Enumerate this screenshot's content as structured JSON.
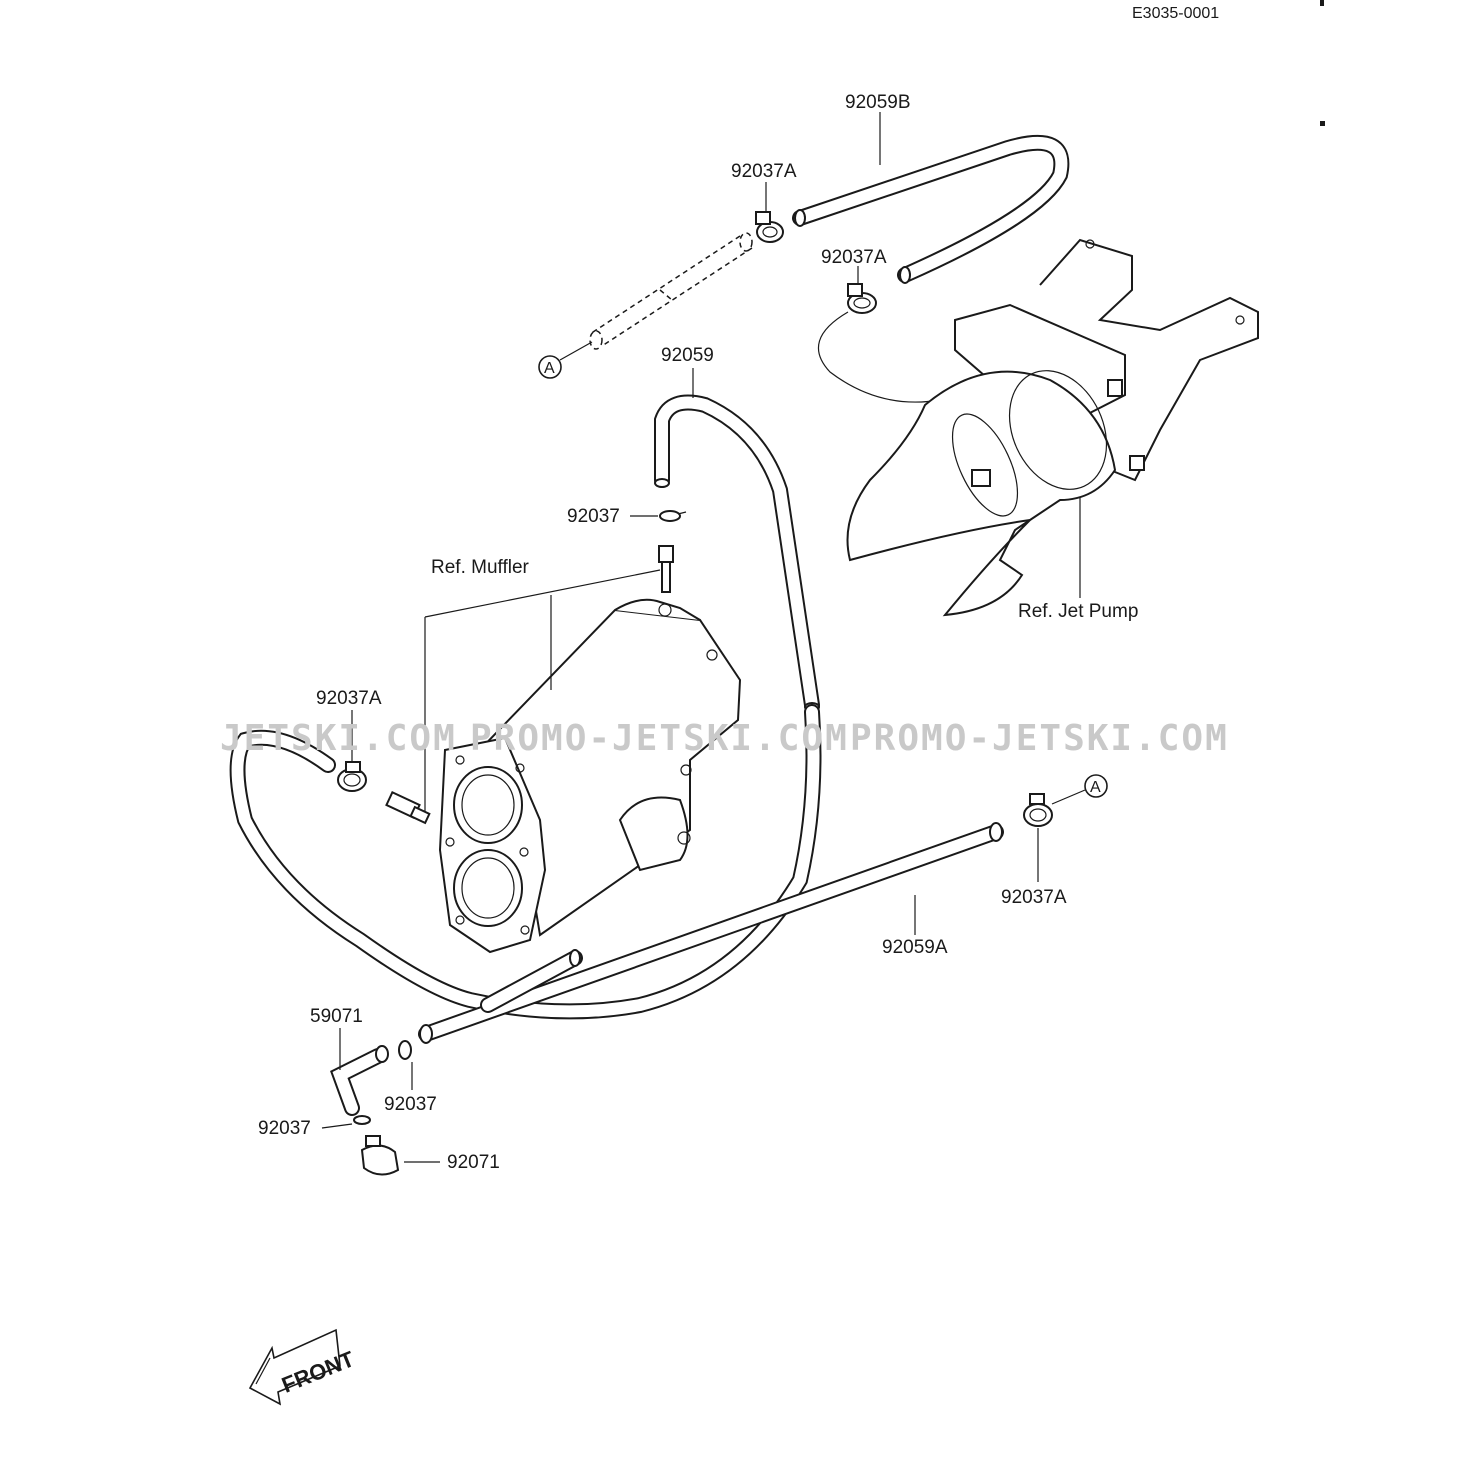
{
  "header": {
    "code": "E3035-0001"
  },
  "watermark": {
    "text_left": "JETSKI.COM",
    "text_mid": "PROMO-JETSKI.COM",
    "text_right": "PROMO-JETSKI.COM"
  },
  "labels": {
    "hose_b": "92059B",
    "clamp_top_left": "92037A",
    "clamp_top_right": "92037A",
    "ref_a_top": "A",
    "hose_main": "92059",
    "clip_top": "92037",
    "ref_muffler": "Ref. Muffler",
    "ref_jet_pump": "Ref. Jet Pump",
    "clamp_left": "92037A",
    "clamp_right": "92037A",
    "ref_a_right": "A",
    "hose_a": "92059A",
    "fitting": "59071",
    "clip_mid": "92037",
    "clip_bottom": "92037",
    "cap": "92071"
  },
  "front_arrow": {
    "text": "FRONT"
  }
}
